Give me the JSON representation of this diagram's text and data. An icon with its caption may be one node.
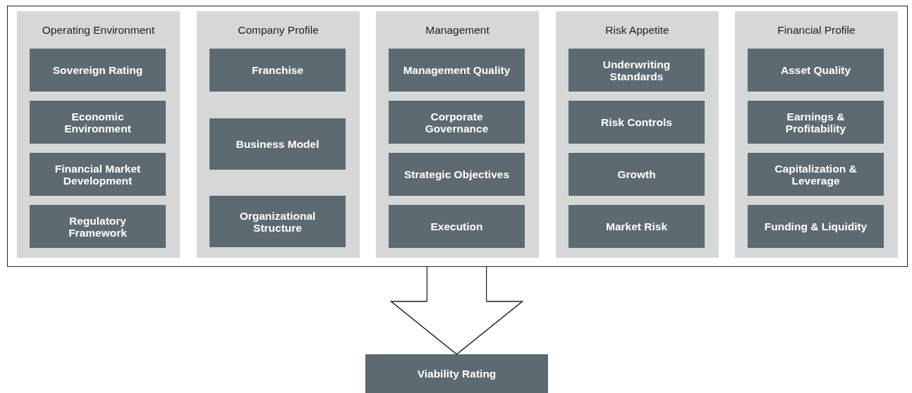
{
  "diagram": {
    "nodes": [
      {
        "text": [],
        "shape": "box"
      },
      {
        "text": [
          "Operating Environment"
        ],
        "in": 0
      },
      {
        "text": [
          "Sovereign Rating"
        ],
        "in": 1
      },
      {
        "text": [
          "Economic Environment"
        ],
        "in": 1
      },
      {
        "text": [
          "Financial Market Development"
        ],
        "in": 1
      },
      {
        "text": [
          "Regulatory Framework"
        ],
        "in": 1
      },
      {
        "text": [
          "Company Profile"
        ],
        "in": 0
      },
      {
        "text": [
          "Franchise"
        ],
        "in": 6
      },
      {
        "text": [
          "Business Model"
        ],
        "in": 6
      },
      {
        "text": [
          "Organizational Structure"
        ],
        "in": 6
      },
      {
        "text": [
          "Management"
        ],
        "in": 0
      },
      {
        "text": [
          "Management Quality"
        ],
        "in": 10
      },
      {
        "text": [
          "Corporate Governance"
        ],
        "in": 10
      },
      {
        "text": [
          "Strategic Objectives"
        ],
        "in": 10
      },
      {
        "text": [
          "Execution"
        ],
        "in": 10
      },
      {
        "text": [
          "Risk Appetite"
        ],
        "in": 0
      },
      {
        "text": [
          "Underwriting Standards"
        ],
        "in": 15
      },
      {
        "text": [
          "Risk Controls"
        ],
        "in": 15
      },
      {
        "text": [
          "Growth"
        ],
        "in": 15
      },
      {
        "text": [
          "Market Risk"
        ],
        "in": 15
      },
      {
        "text": [
          "Financial Profile"
        ],
        "in": 0
      },
      {
        "text": [
          "Asset Quality"
        ],
        "in": 20
      },
      {
        "text": [
          "Earnings & Profitability"
        ],
        "in": 20
      },
      {
        "text": [
          "Capitalization & Leverage"
        ],
        "in": 20
      },
      {
        "text": [
          "Funding & Liquidity"
        ],
        "in": 20
      },
      {
        "text": [
          "Viability Rating"
        ]
      }
    ],
    "edges": [
      {
        "from": 0,
        "to": 25,
        "arrow": "to"
      }
    ]
  }
}
